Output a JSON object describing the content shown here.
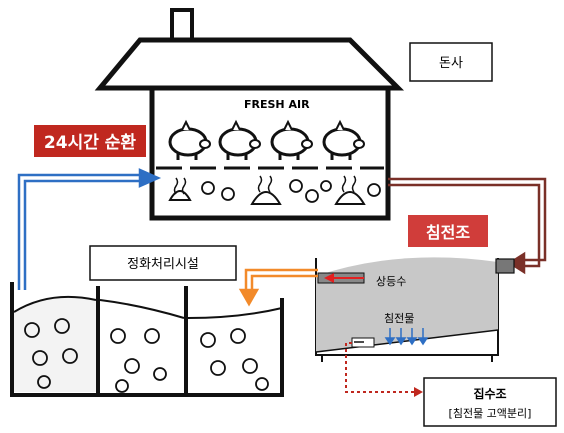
{
  "labels": {
    "barn": "돈사",
    "fresh_air": "FRESH AIR",
    "circulation": "24시간 순환",
    "settling_tank": "침전조",
    "treatment_facility": "정화처리시설",
    "supernatant": "상등수",
    "sediment": "침전물",
    "collection_tank": "집수조",
    "collection_sub": "[침전물 고액분리]"
  },
  "colors": {
    "red_badge": "#c0281f",
    "settling_badge": "#d03d3a",
    "blue_pipe": "#2e6fc4",
    "brown_pipe": "#7a3028",
    "orange_pipe": "#f28a2a",
    "tank_fill": "#c8c8c8"
  }
}
